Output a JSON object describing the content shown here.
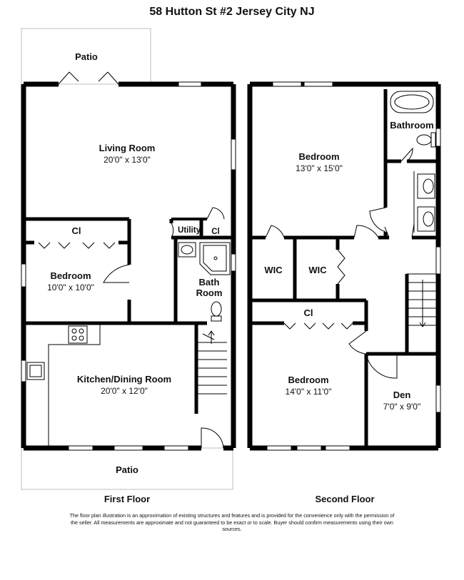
{
  "title": "58 Hutton St #2 Jersey City NJ",
  "first_floor": {
    "caption": "First Floor",
    "rooms": {
      "patio_top": "Patio",
      "living_room": "Living Room",
      "living_room_dim": "20'0\" x 13'0\"",
      "closet": "Cl",
      "bedroom": "Bedroom",
      "bedroom_dim": "10'0\" x 10'0\"",
      "utility": "Utility",
      "utility_closet": "Cl",
      "bath_line1": "Bath",
      "bath_line2": "Room",
      "kitchen": "Kitchen/Dining Room",
      "kitchen_dim": "20'0\" x 12'0\"",
      "patio_bottom": "Patio"
    }
  },
  "second_floor": {
    "caption": "Second Floor",
    "rooms": {
      "bedroom_main": "Bedroom",
      "bedroom_main_dim": "13'0\" x 15'0\"",
      "bathroom": "Bathroom",
      "wic_left": "WIC",
      "wic_right": "WIC",
      "closet": "Cl",
      "bedroom_2": "Bedroom",
      "bedroom_2_dim": "14'0\" x 11'0\"",
      "den": "Den",
      "den_dim": "7'0\" x 9'0\""
    }
  },
  "disclaimer": "The floor plan illustration is an approximation of existing structures and features and is provided for the convenience only with the permission of the seller. All measurements are approximate and not guaranteed to be exact or to scale. Buyer should confirm measurements using their own sources."
}
